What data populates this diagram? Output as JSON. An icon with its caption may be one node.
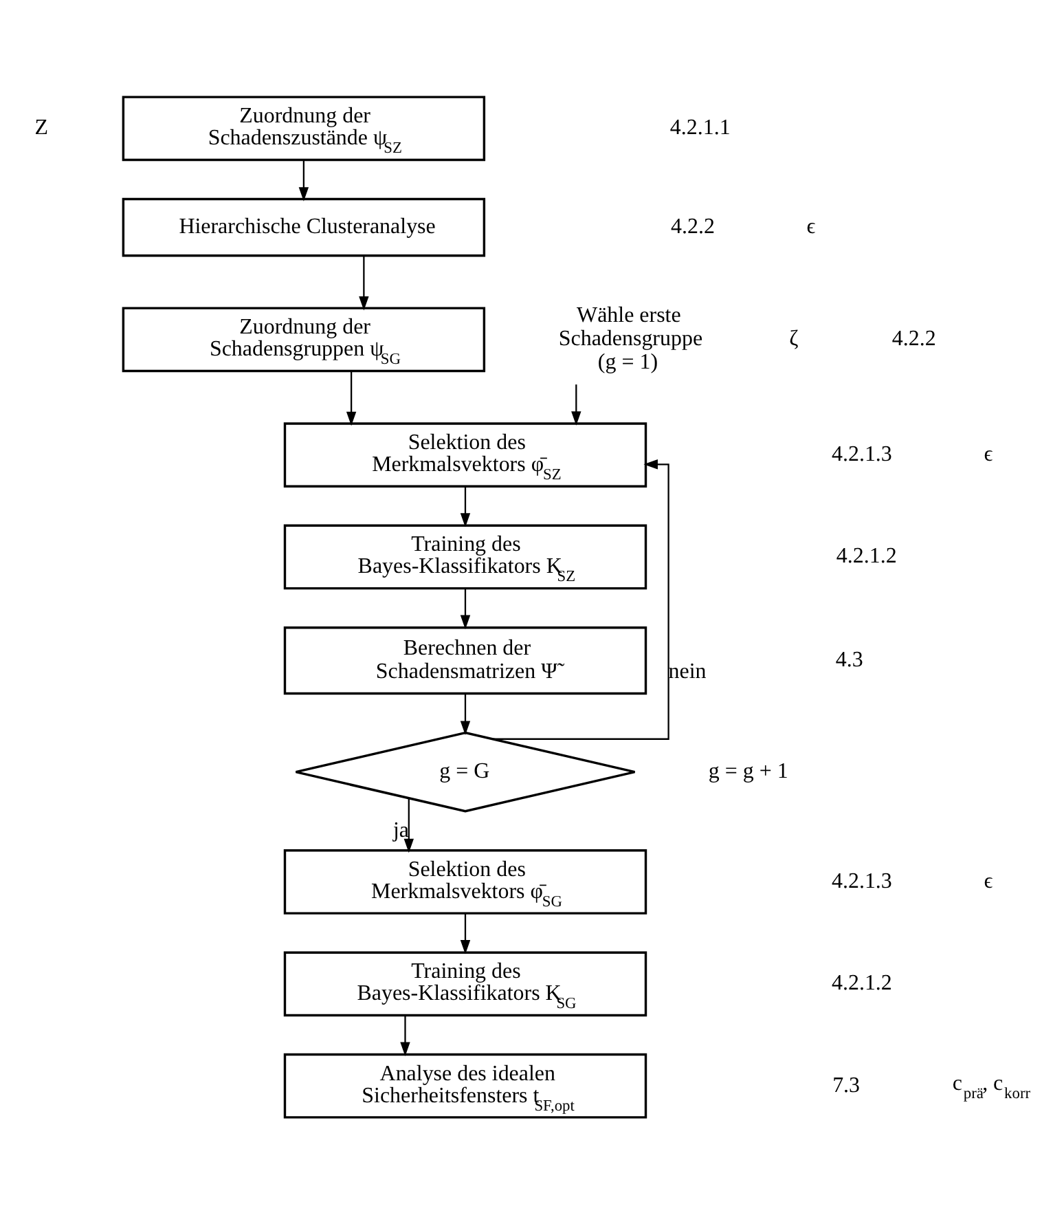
{
  "diagram": {
    "nodes": [
      {
        "text": [
          "Zuordnung der Schadenszustände ψ$_{SZ}$"
        ]
      },
      {
        "text": [
          "Hierarchische Clusteranalyse"
        ]
      },
      {
        "text": [
          "Wähle erste Schadensgruppe (g = 1)"
        ]
      },
      {
        "text": [
          "Zuordnung der Schadensgruppen ψ$_{SG}$"
        ]
      },
      {
        "text": [
          "Selektion des Merkmalsvektors φ̄$_{SZ}$"
        ]
      },
      {
        "text": [
          "Training des Bayes-Klassifikators K$_{SZ}$"
        ]
      },
      {
        "text": [
          "Berechnen der Schadensmatrizen Ψ̃"
        ]
      },
      {
        "text": [
          "g = G"
        ]
      },
      {
        "text": [
          "Selektion des Merkmalsvektors φ̄$_{SG}$"
        ]
      },
      {
        "text": [
          "Training des Bayes-Klassifikators K$_{SG}$"
        ]
      },
      {
        "text": [
          "Analyse des idealen Sicherheitsfensters t$_{SF,opt}$"
        ]
      }
    ],
    "edges": [
      {
        "from": 0,
        "to": 1,
        "arrow": "to"
      },
      {
        "from": 1,
        "to": 3,
        "arrow": "to"
      },
      {
        "from": 3,
        "to": 4,
        "arrow": "to"
      },
      {
        "from": 2,
        "to": 4,
        "arrow": "to"
      },
      {
        "from": 4,
        "to": 5,
        "arrow": "to"
      },
      {
        "from": 5,
        "to": 6,
        "arrow": "to"
      },
      {
        "from": 6,
        "to": 7,
        "arrow": "to"
      },
      {
        "from": 7,
        "to": 4,
        "arrow": "to",
        "label": "nein"
      },
      {
        "from": 7,
        "to": 8,
        "arrow": "to",
        "label": "ja"
      },
      {
        "from": 8,
        "to": 9,
        "arrow": "to"
      },
      {
        "from": 9,
        "to": 10,
        "arrow": "to"
      }
    ],
    "labels": [
      "Z",
      "4.2.1.1",
      "ϵ",
      "4.2.2",
      "ζ",
      "4.2.2",
      "ϵ",
      "4.2.1.3",
      "4.2.1.2",
      "4.3",
      "g = g + 1",
      "ϵ",
      "4.2.1.3",
      "4.2.1.2",
      "c$_{prä}$, c$_{korr}$",
      "7.3"
    ]
  }
}
